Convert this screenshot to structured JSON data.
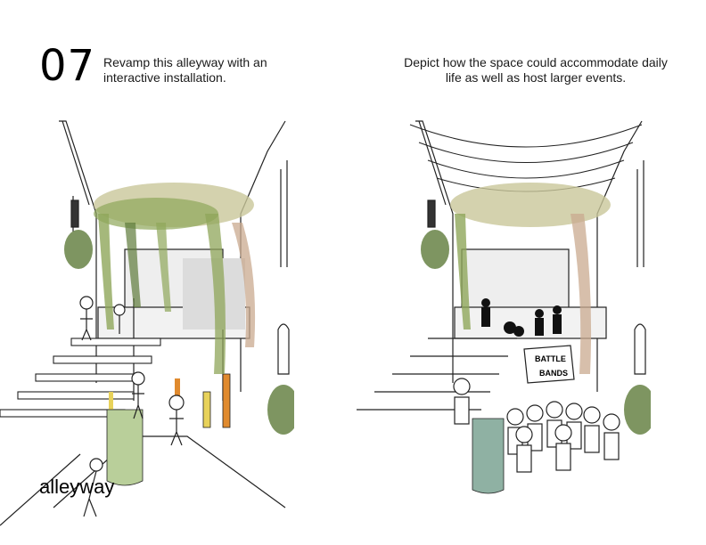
{
  "page": {
    "number": "07",
    "footer_label": "alleyway"
  },
  "panels": [
    {
      "id": "everyday",
      "caption": "Revamp this alleyway with an interactive installation."
    },
    {
      "id": "event",
      "caption": "Depict how the space could accommodate daily life as well as host larger events.",
      "banner_text_line1": "BATTLE",
      "banner_text_line2": "BANDS"
    }
  ],
  "colors": {
    "line": "#222222",
    "foliage_green": "#8fa65a",
    "foliage_light": "#c9c79a",
    "foliage_dark": "#5e7a3a",
    "canopy_pink": "#c9a98f",
    "bench_green": "#b9cf9a",
    "bench_teal": "#8fb1a3",
    "orange_post": "#e08a2e",
    "yellow_post": "#e8d25a",
    "gray_stipple": "#d9d9d9"
  }
}
